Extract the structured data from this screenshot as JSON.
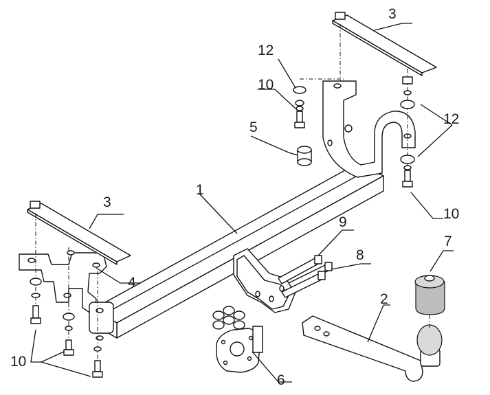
{
  "diagram": {
    "callouts": [
      {
        "key": "part_1",
        "label": "1"
      },
      {
        "key": "part_2",
        "label": "2"
      },
      {
        "key": "part_3_top",
        "label": "3"
      },
      {
        "key": "part_3_left",
        "label": "3"
      },
      {
        "key": "part_4",
        "label": "4"
      },
      {
        "key": "part_5",
        "label": "5"
      },
      {
        "key": "part_6",
        "label": "6"
      },
      {
        "key": "part_7",
        "label": "7"
      },
      {
        "key": "part_8",
        "label": "8"
      },
      {
        "key": "part_9",
        "label": "9"
      },
      {
        "key": "part_10_top",
        "label": "10"
      },
      {
        "key": "part_10_right",
        "label": "10"
      },
      {
        "key": "part_10_left",
        "label": "10"
      },
      {
        "key": "part_12_top",
        "label": "12"
      },
      {
        "key": "part_12_right",
        "label": "12"
      }
    ]
  }
}
